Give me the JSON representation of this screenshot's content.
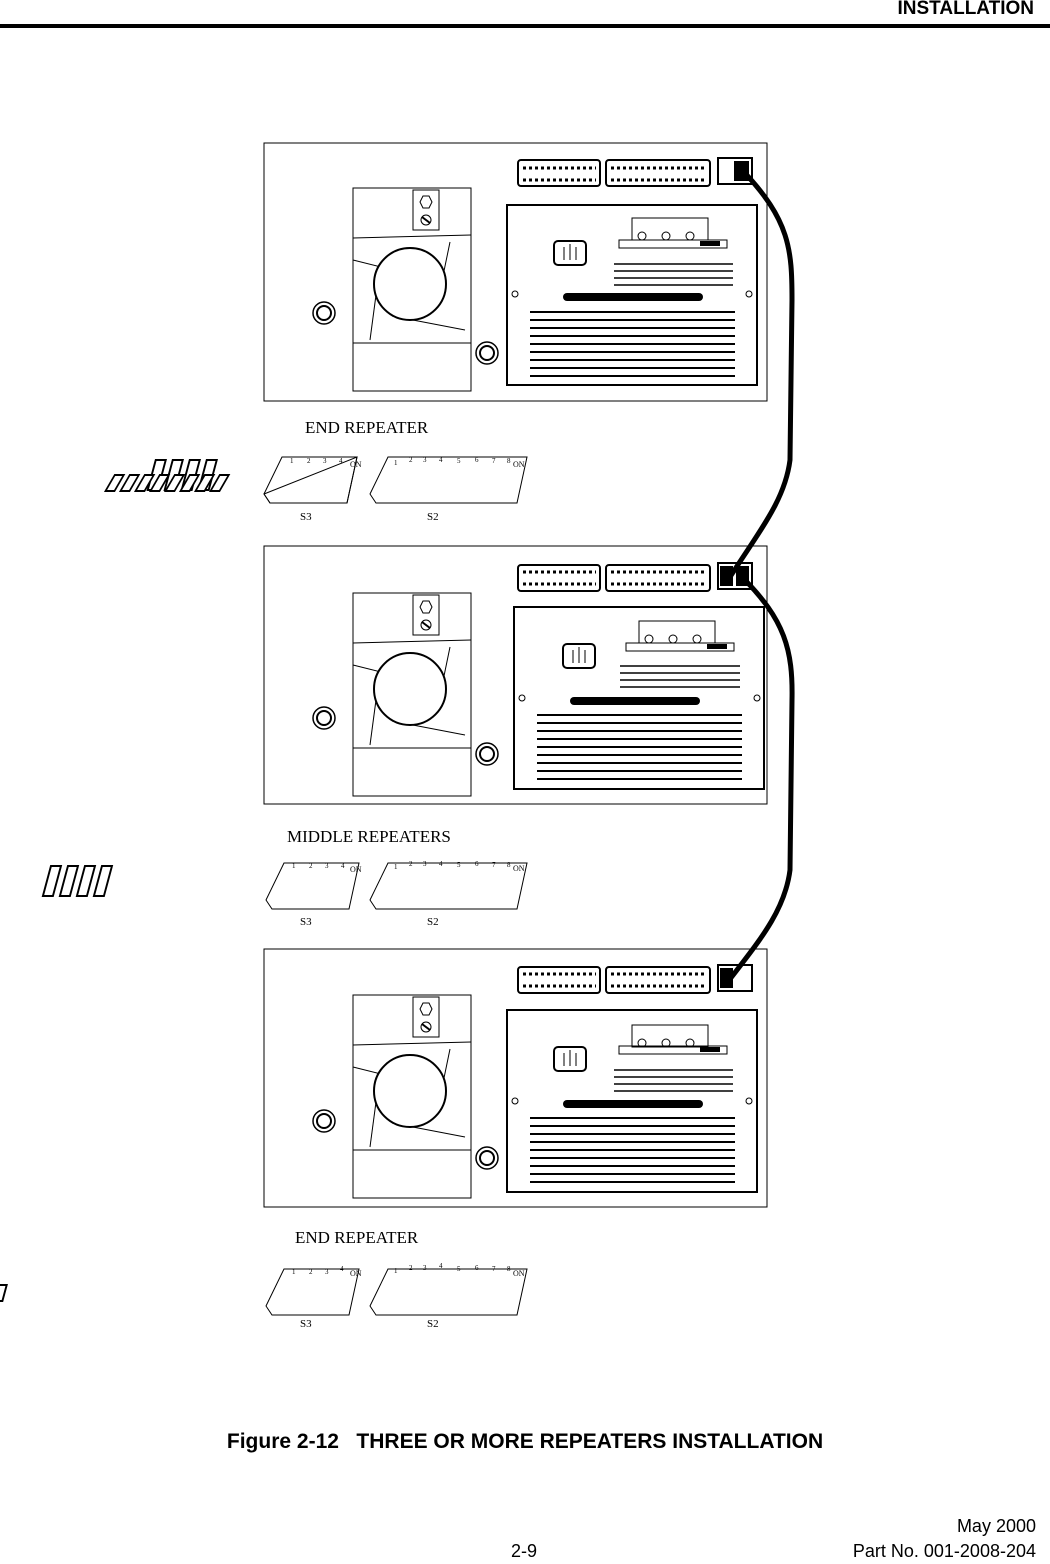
{
  "header": {
    "title": "INSTALLATION"
  },
  "units": [
    {
      "label": "END REPEATER",
      "s3": {
        "name": "S3",
        "numbers": [
          "1",
          "2",
          "3",
          "4"
        ],
        "on_label": "ON"
      },
      "s2": {
        "name": "S2",
        "numbers": [
          "1",
          "2",
          "3",
          "4",
          "5",
          "6",
          "7",
          "8"
        ],
        "on_label": "ON"
      }
    },
    {
      "label": "MIDDLE REPEATERS",
      "s3": {
        "name": "S3",
        "numbers": [
          "1",
          "2",
          "3",
          "4"
        ],
        "on_label": "ON"
      },
      "s2": {
        "name": "S2",
        "numbers": [
          "1",
          "2",
          "3",
          "4",
          "5",
          "6",
          "7",
          "8"
        ],
        "on_label": "ON"
      }
    },
    {
      "label": "END REPEATER",
      "s3": {
        "name": "S3",
        "numbers": [
          "1",
          "2",
          "3",
          "4"
        ],
        "on_label": "ON"
      },
      "s2": {
        "name": "S2",
        "numbers": [
          "1",
          "2",
          "3",
          "4",
          "5",
          "6",
          "7",
          "8"
        ],
        "on_label": "ON"
      }
    }
  ],
  "caption": "Figure 2-12   THREE OR MORE REPEATERS INSTALLATION",
  "footer": {
    "date": "May 2000",
    "page": "2-9",
    "part_no": "Part No. 001-2008-204"
  }
}
